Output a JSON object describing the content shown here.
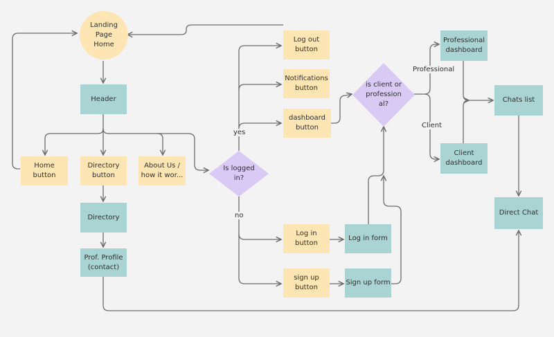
{
  "nodes": {
    "landing": "Landing\nPage\nHome",
    "header": "Header",
    "home_button": "Home\nbutton",
    "directory_button": "Directory\nbutton",
    "about_us": "About Us /\nhow it wor...",
    "directory": "Directory",
    "prof_profile": "Prof. Profile\n(contact)",
    "is_logged_in": "Is logged\nin?",
    "log_out_button": "Log out\nbutton",
    "notifications_button": "Notifications\nbutton",
    "dashboard_button": "dashboard\nbutton",
    "log_in_button": "Log in\nbutton",
    "sign_up_button": "sign up\nbutton",
    "log_in_form": "Log in form",
    "sign_up_form": "Sign up form",
    "is_client_or_professional": "is client or\nprofession\nal?",
    "professional_dashboard": "Professional\ndashboard",
    "client_dashboard": "Client\ndashboard",
    "chats_list": "Chats list",
    "direct_chat": "Direct Chat"
  },
  "edge_labels": {
    "yes": "yes",
    "no": "no",
    "professional": "Professional",
    "client": "Client"
  },
  "colors": {
    "yellow_node": "#fde6b3",
    "teal_node": "#a9d4d3",
    "diamond": "#d9c9f5",
    "edge": "#6b6b6b",
    "background": "#f3f3f3"
  }
}
